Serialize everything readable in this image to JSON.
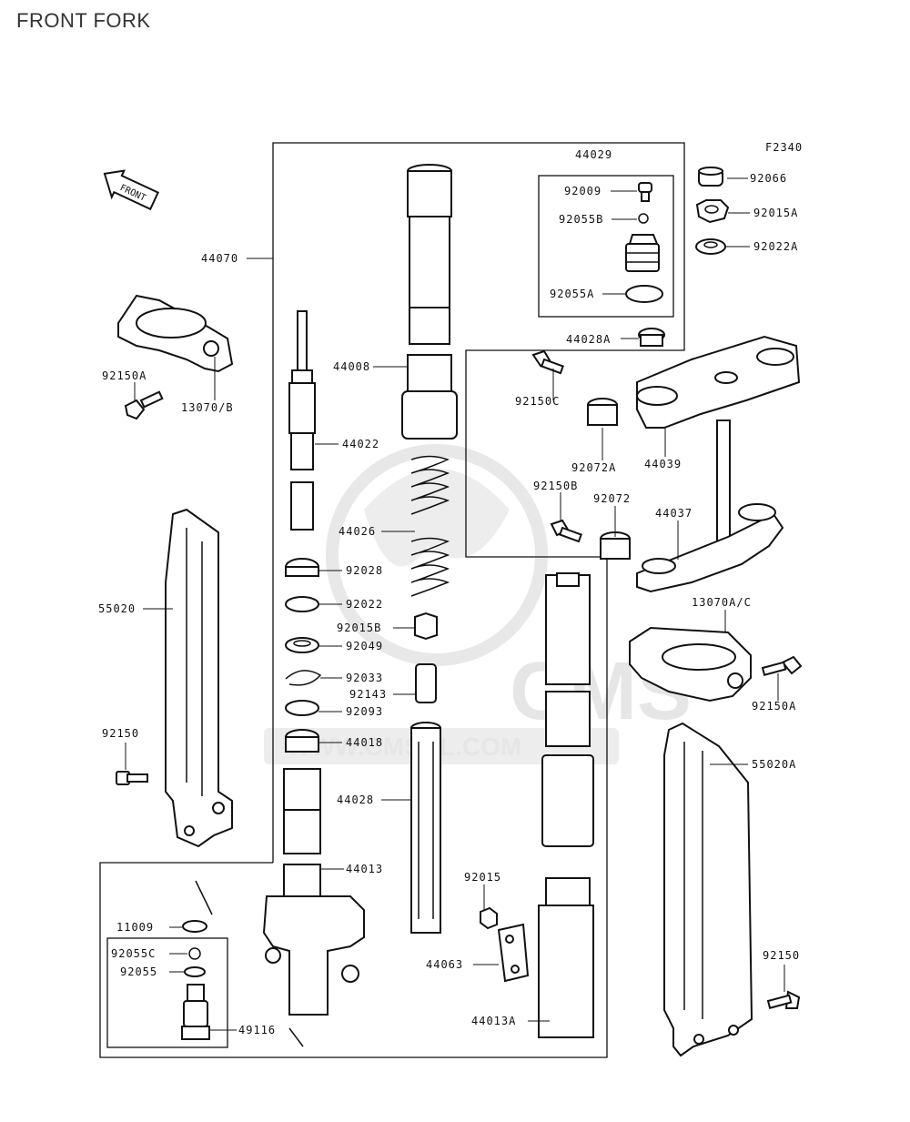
{
  "page": {
    "title": "FRONT FORK"
  },
  "diagram": {
    "figure_code": "F2340",
    "front_arrow_label": "FRONT",
    "watermark": {
      "brand": "CMS",
      "site": "WWW.CMSNL.COM"
    }
  },
  "parts": [
    {
      "id": "92066",
      "label": "92066"
    },
    {
      "id": "92015A_top",
      "label": "92015A"
    },
    {
      "id": "92022A",
      "label": "92022A"
    },
    {
      "id": "44029",
      "label": "44029"
    },
    {
      "id": "92009",
      "label": "92009"
    },
    {
      "id": "92055B",
      "label": "92055B"
    },
    {
      "id": "92055A",
      "label": "92055A"
    },
    {
      "id": "44028A",
      "label": "44028A"
    },
    {
      "id": "44070",
      "label": "44070"
    },
    {
      "id": "92150A_left",
      "label": "92150A"
    },
    {
      "id": "13070B",
      "label": "13070/B"
    },
    {
      "id": "44008",
      "label": "44008"
    },
    {
      "id": "92150C",
      "label": "92150C"
    },
    {
      "id": "92072A",
      "label": "92072A"
    },
    {
      "id": "44039",
      "label": "44039"
    },
    {
      "id": "44022",
      "label": "44022"
    },
    {
      "id": "92150B",
      "label": "92150B"
    },
    {
      "id": "92072",
      "label": "92072"
    },
    {
      "id": "44037",
      "label": "44037"
    },
    {
      "id": "44026",
      "label": "44026"
    },
    {
      "id": "92028",
      "label": "92028"
    },
    {
      "id": "55020",
      "label": "55020"
    },
    {
      "id": "92022",
      "label": "92022"
    },
    {
      "id": "13070AC",
      "label": "13070A/C"
    },
    {
      "id": "92015B",
      "label": "92015B"
    },
    {
      "id": "92049",
      "label": "92049"
    },
    {
      "id": "92033",
      "label": "92033"
    },
    {
      "id": "92143",
      "label": "92143"
    },
    {
      "id": "92150A_right",
      "label": "92150A"
    },
    {
      "id": "92093",
      "label": "92093"
    },
    {
      "id": "92150_left",
      "label": "92150"
    },
    {
      "id": "44018",
      "label": "44018"
    },
    {
      "id": "55020A",
      "label": "55020A"
    },
    {
      "id": "44028",
      "label": "44028"
    },
    {
      "id": "44013",
      "label": "44013"
    },
    {
      "id": "92015",
      "label": "92015"
    },
    {
      "id": "11009",
      "label": "11009"
    },
    {
      "id": "92055C",
      "label": "92055C"
    },
    {
      "id": "92055",
      "label": "92055"
    },
    {
      "id": "44063",
      "label": "44063"
    },
    {
      "id": "92150_right",
      "label": "92150"
    },
    {
      "id": "49116",
      "label": "49116"
    },
    {
      "id": "44013A",
      "label": "44013A"
    }
  ]
}
